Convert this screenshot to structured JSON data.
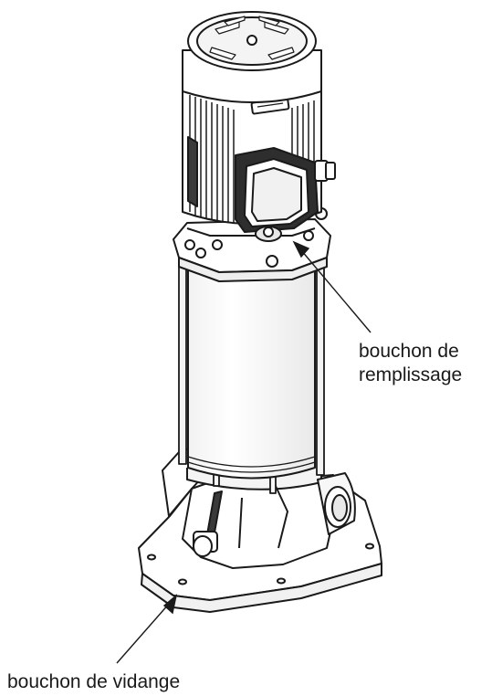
{
  "labels": {
    "fill_plug_line1": "bouchon de",
    "fill_plug_line2": "remplissage",
    "drain_plug": "bouchon de vidange"
  },
  "colors": {
    "line": "#1a1a1a",
    "body_fill": "#ffffff",
    "shade": "#e6e6e6",
    "dark_shade": "#3a3a3a"
  },
  "icons": {
    "fill_plug": "fill-plug-icon",
    "drain_plug": "drain-plug-icon"
  }
}
